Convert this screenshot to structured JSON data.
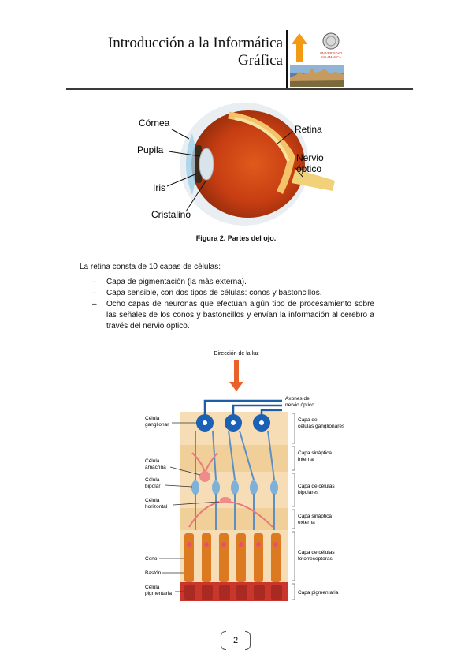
{
  "header": {
    "title_line1": "Introducción a la Informática",
    "title_line2": "Gráfica",
    "logo_text_line1": "UNIVERSIDAD",
    "logo_text_line2": "SALAMANCA"
  },
  "figure1": {
    "labels": {
      "cornea": "Córnea",
      "pupila": "Pupila",
      "iris": "Iris",
      "cristalino": "Cristalino",
      "retina": "Retina",
      "nervio1": "Nervio",
      "nervio2": "óptico"
    },
    "caption": "Figura 2. Partes del ojo."
  },
  "body": {
    "intro": "La retina consta de 10 capas de células:",
    "bullets": [
      "Capa de pigmentación (la más externa).",
      "Capa sensible, con dos tipos de células: conos y bastoncillos.",
      "Ocho capas de neuronas que efectúan algún tipo de procesamiento sobre las señales de los conos y bastoncillos y envían la información al cerebro a través del nervio óptico."
    ]
  },
  "figure2": {
    "light": "Dirección de la luz",
    "right": {
      "axon1": "Axones del",
      "axon2": "nervio óptico",
      "gang1": "Capa de",
      "gang2": "células ganglionares",
      "isyn1": "Capa sináptica",
      "isyn2": "interna",
      "bip1": "Capa de células",
      "bip2": "bipolares",
      "esyn1": "Capa sináptica",
      "esyn2": "externa",
      "photo1": "Capa de células",
      "photo2": "fotorreceptoras",
      "pig": "Capa pigmentaria"
    },
    "left": {
      "gang1": "Célula",
      "gang2": "ganglionar",
      "ama1": "Célula",
      "ama2": "amacrina",
      "bip1": "Célula",
      "bip2": "bipolar",
      "hor1": "Célula",
      "hor2": "horizontal",
      "cono": "Cono",
      "baston": "Bastón",
      "pig1": "Célula",
      "pig2": "pigmentaria"
    }
  },
  "footer": {
    "page": "2"
  }
}
